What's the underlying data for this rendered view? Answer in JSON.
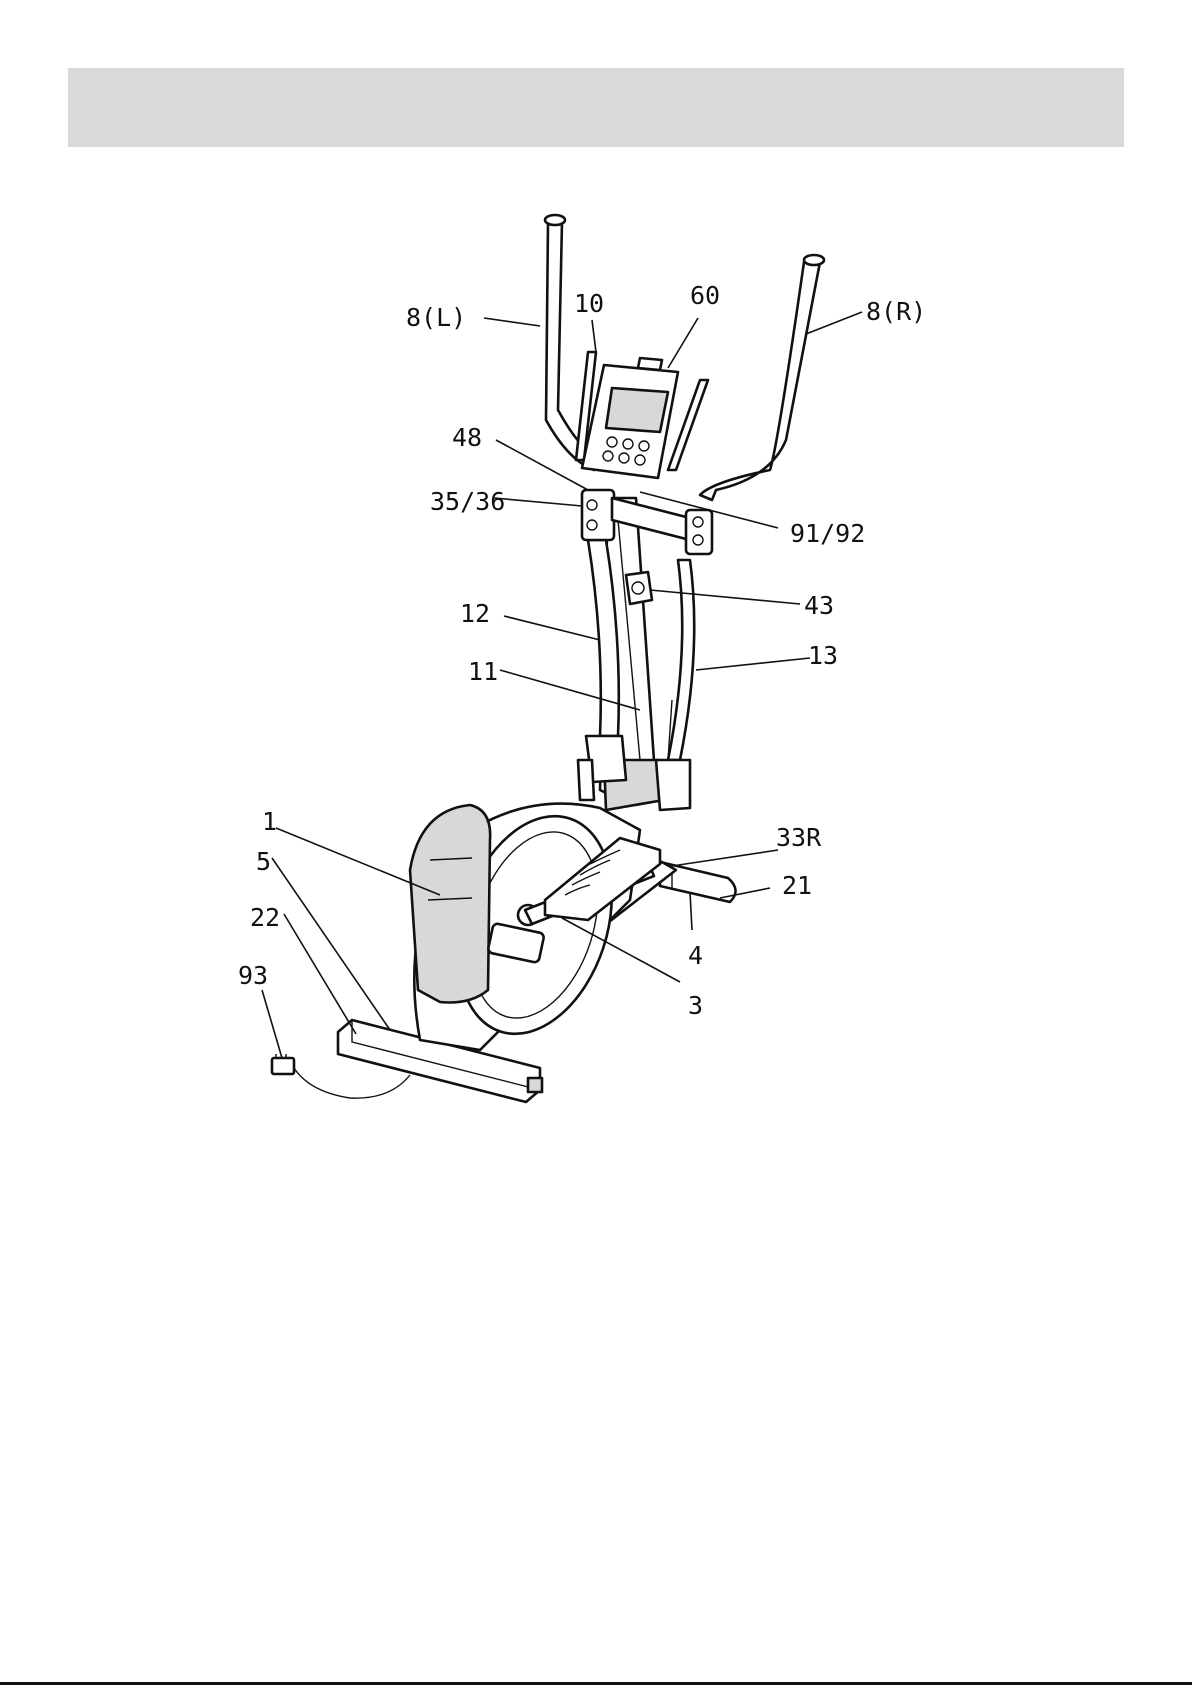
{
  "callouts": {
    "handlebar_left": "8(L)",
    "handlebar_right": "8(R)",
    "fixed_handle": "10",
    "console": "60",
    "part_48": "48",
    "part_35_36": "35/36",
    "part_91_92": "91/92",
    "part_43": "43",
    "left_arm": "12",
    "main_post": "11",
    "right_arm": "13",
    "housing": "1",
    "part_5": "5",
    "part_22": "22",
    "adapter": "93",
    "pedal_right": "33R",
    "end_cap": "21",
    "pedal_arm": "4",
    "crank": "3"
  },
  "colors": {
    "header_bar": "#d9d9d9",
    "ink": "#111111",
    "background": "#ffffff"
  }
}
